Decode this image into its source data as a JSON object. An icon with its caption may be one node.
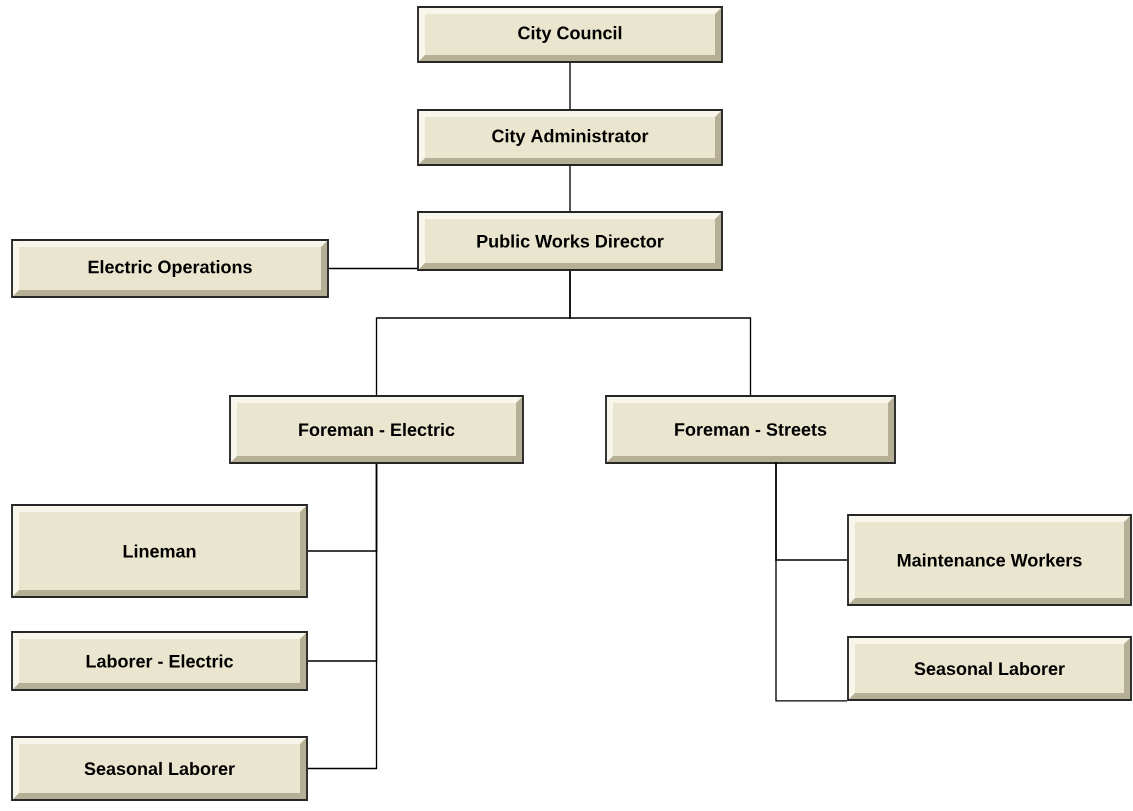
{
  "diagram": {
    "nodes": [
      {
        "text": [
          "City Council"
        ]
      },
      {
        "text": [
          "City Administrator"
        ]
      },
      {
        "text": [
          "Public Works Director"
        ]
      },
      {
        "text": [
          "Electric Operations"
        ]
      },
      {
        "text": [
          "Foreman - Electric"
        ]
      },
      {
        "text": [
          "Foreman - Streets"
        ]
      },
      {
        "text": [
          "Lineman"
        ]
      },
      {
        "text": [
          "Laborer - Electric"
        ]
      },
      {
        "text": [
          "Seasonal Laborer"
        ]
      },
      {
        "text": [
          "Maintenance Workers"
        ]
      },
      {
        "text": [
          "Seasonal Laborer"
        ]
      }
    ],
    "edges": [
      {
        "from": 0,
        "to": 1,
        "arrow": "none"
      },
      {
        "from": 1,
        "to": 2,
        "arrow": "none"
      },
      {
        "from": 3,
        "to": 2,
        "arrow": "none"
      },
      {
        "from": 2,
        "to": 4,
        "arrow": "none"
      },
      {
        "from": 2,
        "to": 5,
        "arrow": "none"
      },
      {
        "from": 4,
        "to": 6,
        "arrow": "none"
      },
      {
        "from": 4,
        "to": 7,
        "arrow": "none"
      },
      {
        "from": 4,
        "to": 8,
        "arrow": "none"
      },
      {
        "from": 5,
        "to": 9,
        "arrow": "none"
      },
      {
        "from": 5,
        "to": 10,
        "arrow": "none"
      }
    ]
  }
}
